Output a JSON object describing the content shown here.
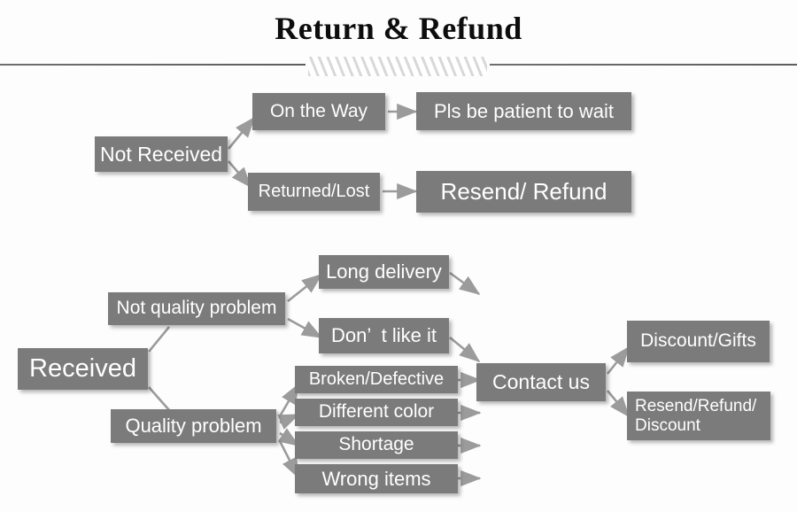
{
  "header": {
    "title": "Return & Refund",
    "divider": "hatched-rule"
  },
  "theme": {
    "box_fill": "#7b7b7b",
    "box_text": "#ffffff",
    "arrow": "#9b9b9b",
    "connector": "#9b9b9b",
    "page_bg": "#fdfdfd",
    "title_color": "#0d0d0d",
    "rule_color": "#6f6f6f",
    "hatch_color": "#d8d8d8"
  },
  "flowchart": {
    "type": "flowchart",
    "sections": [
      {
        "name": "not-received",
        "root": "Not Received",
        "branches": [
          {
            "condition": "On the Way",
            "outcome": "Pls be patient to wait"
          },
          {
            "condition": "Returned/Lost",
            "outcome": "Resend/ Refund"
          }
        ]
      },
      {
        "name": "received",
        "root": "Received",
        "branches": [
          {
            "condition": "Not quality problem",
            "issues": [
              "Long delivery",
              "Don’  t like it"
            ]
          },
          {
            "condition": "Quality problem",
            "issues": [
              "Broken/Defective",
              "Different color",
              "Shortage",
              "Wrong items"
            ]
          }
        ],
        "hub": "Contact us",
        "outcomes": [
          "Discount/Gifts",
          "Resend/Refund/\nDiscount"
        ]
      }
    ],
    "nodes": {
      "not_received": "Not Received",
      "on_the_way": "On the Way",
      "pls_be_patient": "Pls be patient to wait",
      "returned_lost": "Returned/Lost",
      "resend_refund": "Resend/ Refund",
      "received": "Received",
      "not_quality_problem": "Not quality problem",
      "quality_problem": "Quality problem",
      "long_delivery": "Long delivery",
      "dont_like_it": "Don’  t like it",
      "broken_defective": "Broken/Defective",
      "different_color": "Different color",
      "shortage": "Shortage",
      "wrong_items": "Wrong items",
      "contact_us": "Contact us",
      "discount_gifts": "Discount/Gifts",
      "resend_refund_discount": "Resend/Refund/\nDiscount"
    }
  }
}
